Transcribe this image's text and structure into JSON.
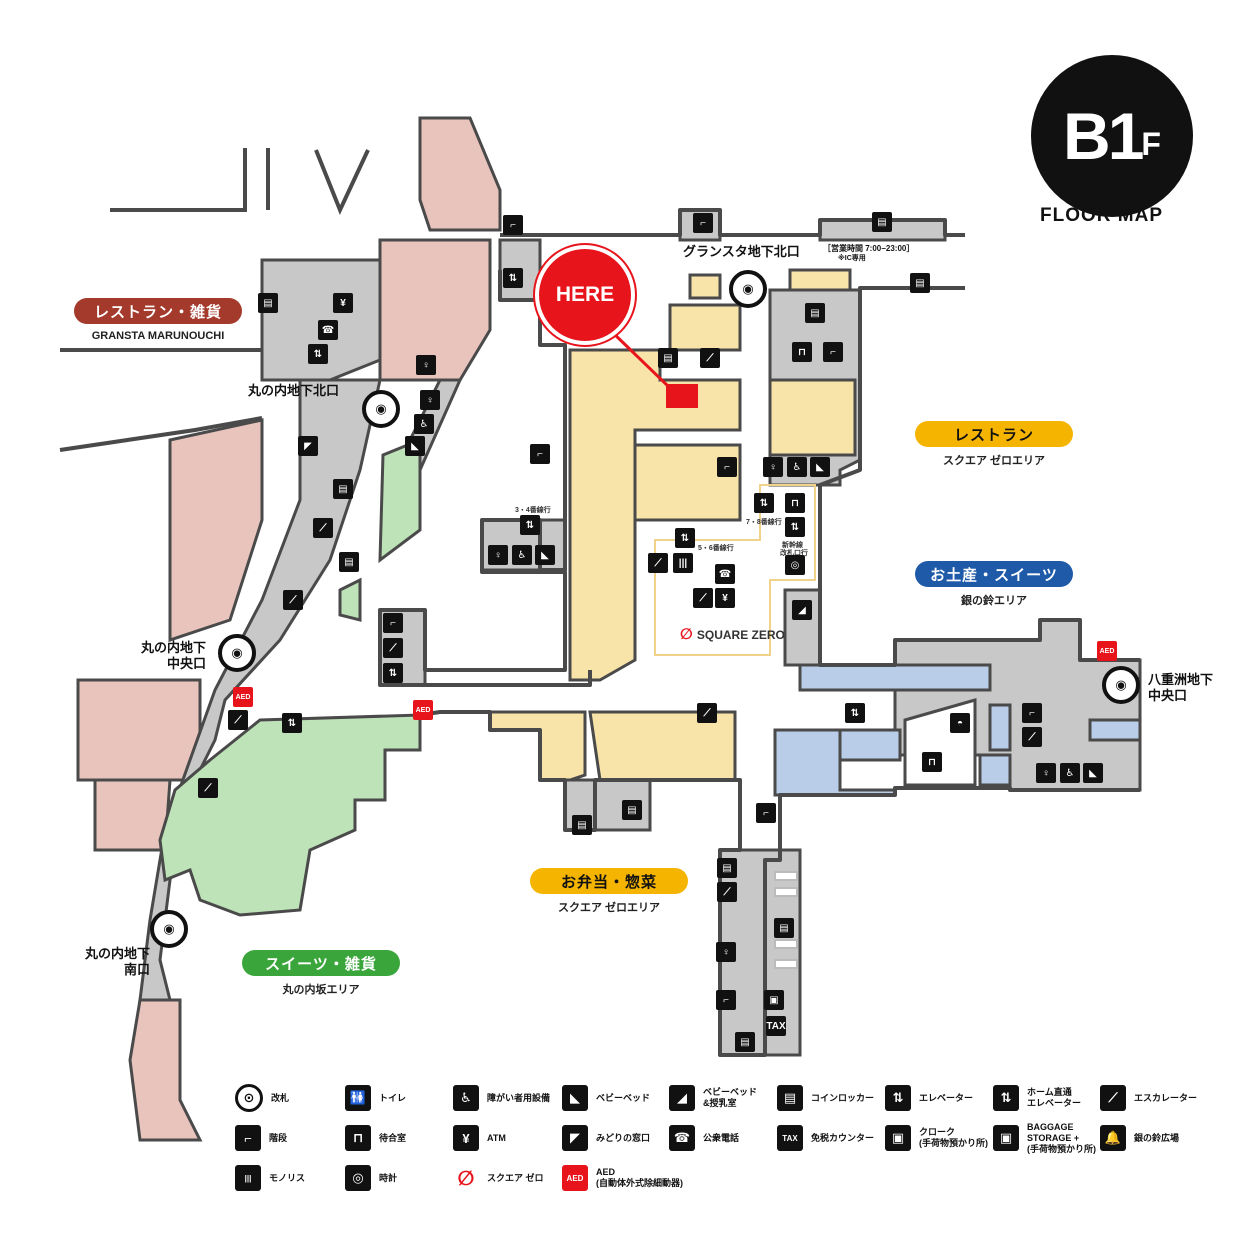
{
  "floor": {
    "level": "B1",
    "suffix": "F",
    "caption": "FLOOR MAP"
  },
  "here_marker": {
    "label": "HERE",
    "color": "#e8141c"
  },
  "zones": [
    {
      "name": "レストラン・雑貨",
      "sub": "GRANSTA MARUNOUCHI",
      "color": "#a33a2b"
    },
    {
      "name": "レストラン",
      "sub": "スクエア ゼロエリア",
      "color": "#f5b400"
    },
    {
      "name": "お土産・スイーツ",
      "sub": "銀の鈴エリア",
      "color": "#1e5aa8"
    },
    {
      "name": "お弁当・惣菜",
      "sub": "スクエア ゼロエリア",
      "color": "#f5b400"
    },
    {
      "name": "スイーツ・雑貨",
      "sub": "丸の内坂エリア",
      "color": "#3aa53a"
    }
  ],
  "gates": {
    "gransta_north": {
      "name": "グランスタ地下北口",
      "hours": "［営業時間 7:00−23:00］",
      "note": "※IC専用"
    },
    "marunouchi_north": {
      "name": "丸の内地下北口"
    },
    "marunouchi_central": {
      "line1": "丸の内地下",
      "line2": "中央口"
    },
    "marunouchi_south": {
      "line1": "丸の内地下",
      "line2": "南口"
    },
    "yaesu_central": {
      "line1": "八重洲地下",
      "line2": "中央口"
    }
  },
  "platform_labels": {
    "p34": "3・4番線行",
    "p56": "5・6番線行",
    "p78": "7・8番線行",
    "shinkansen": "新幹線",
    "shinkansen_gate": "改札口行"
  },
  "square_zero": {
    "mark": "ゼロ",
    "text": "SQUARE ZERO"
  },
  "aed_label": "AED",
  "legend": [
    {
      "icon": "gate-icon",
      "glyph": "⊙",
      "label": "改札"
    },
    {
      "icon": "toilet-icon",
      "glyph": "🚻",
      "label": "トイレ"
    },
    {
      "icon": "accessible-toilet-icon",
      "glyph": "♿",
      "label": "障がい者用設備"
    },
    {
      "icon": "baby-bed-icon",
      "glyph": "◣",
      "label": "ベビーベッド"
    },
    {
      "icon": "nursing-room-icon",
      "glyph": "◢",
      "label": "ベビーベッド\n&授乳室"
    },
    {
      "icon": "coin-locker-icon",
      "glyph": "▤",
      "label": "コインロッカー"
    },
    {
      "icon": "elevator-icon",
      "glyph": "⇅",
      "label": "エレベーター"
    },
    {
      "icon": "platform-elevator-icon",
      "glyph": "⇅",
      "label": "ホーム直通\nエレベーター"
    },
    {
      "icon": "escalator-icon",
      "glyph": "⟋",
      "label": "エスカレーター"
    },
    {
      "icon": "stairs-icon",
      "glyph": "⌐",
      "label": "階段"
    },
    {
      "icon": "waiting-room-icon",
      "glyph": "⊓",
      "label": "待合室"
    },
    {
      "icon": "atm-icon",
      "glyph": "¥",
      "label": "ATM"
    },
    {
      "icon": "ticket-office-icon",
      "glyph": "◤",
      "label": "みどりの窓口"
    },
    {
      "icon": "public-phone-icon",
      "glyph": "☎",
      "label": "公衆電話"
    },
    {
      "icon": "tax-free-icon",
      "glyph": "TAX",
      "label": "免税カウンター"
    },
    {
      "icon": "cloak-icon",
      "glyph": "▣",
      "label": "クローク\n(手荷物預かり所)"
    },
    {
      "icon": "baggage-storage-icon",
      "glyph": "▣",
      "label": "BAGGAGE\nSTORAGE +\n(手荷物預かり所)"
    },
    {
      "icon": "silver-bell-icon",
      "glyph": "🔔",
      "label": "銀の鈴広場"
    },
    {
      "icon": "monolith-icon",
      "glyph": "|||",
      "label": "モノリス"
    },
    {
      "icon": "clock-icon",
      "glyph": "◎",
      "label": "時計"
    },
    {
      "icon": "square-zero-icon",
      "glyph": "∅",
      "label": "スクエア ゼロ"
    },
    {
      "icon": "aed-icon",
      "glyph": "AED",
      "label": "AED\n(自動体外式除細動器)"
    }
  ],
  "colors": {
    "pink": "#e8c4bd",
    "gray": "#c8c8c8",
    "green": "#bfe3b9",
    "yellow": "#f8e3a8",
    "blue": "#b9cde8",
    "wall": "#4a4a4a"
  }
}
